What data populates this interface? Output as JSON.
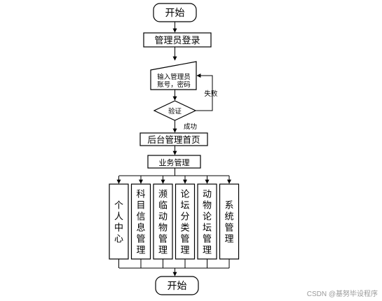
{
  "flow": {
    "start": "开始",
    "admin_login": "管理员登录",
    "input_line1": "输入管理员",
    "input_line2": "账号，密码",
    "verify": "验证",
    "fail": "失败",
    "success": "成功",
    "home": "后台管理首页",
    "business": "业务管理",
    "modules": [
      "个人中心",
      "科目信息管理",
      "濒临动物管理",
      "论坛分类管理",
      "动物论坛管理",
      "系统管理"
    ],
    "end": "开始"
  },
  "watermark": "CSDN @基努毕设程序"
}
